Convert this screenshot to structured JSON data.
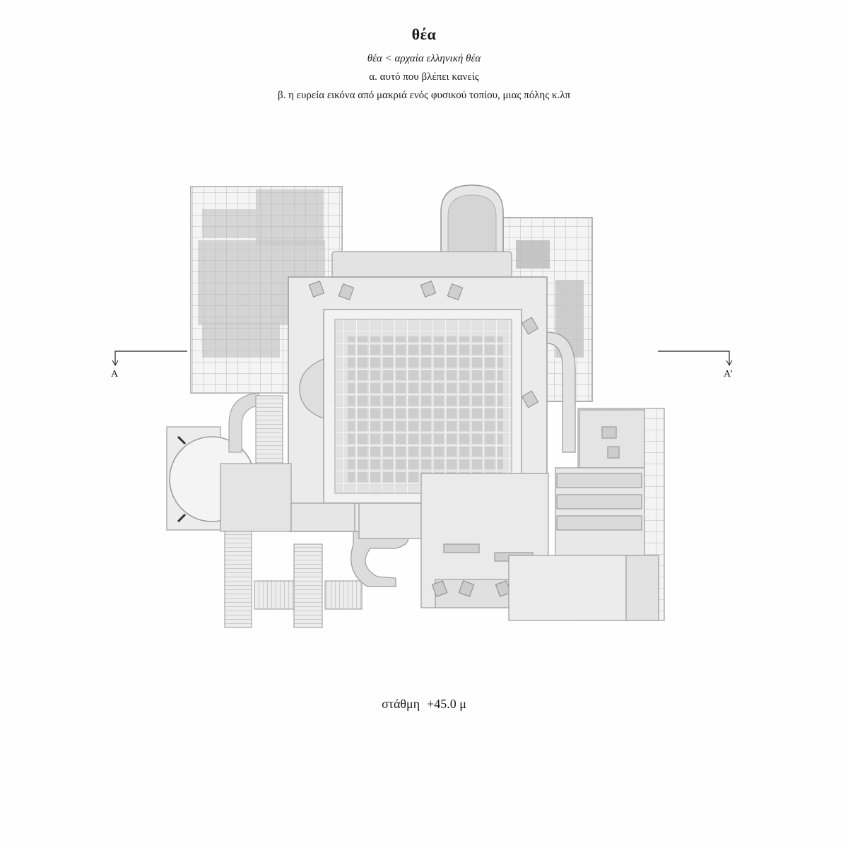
{
  "header": {
    "title": "θέα",
    "etymology": "θέα < αρχαία ελληνική θέα",
    "definition_a": "α. αυτό που βλέπει κανείς",
    "definition_b": "β. η ευρεία εικόνα από μακριά ενός φυσικού τοπίου, μιας πόλης κ.λπ"
  },
  "section_marks": {
    "left": "A",
    "right": "A’"
  },
  "level": {
    "label": "στάθμη",
    "value": "+45.0 μ"
  }
}
